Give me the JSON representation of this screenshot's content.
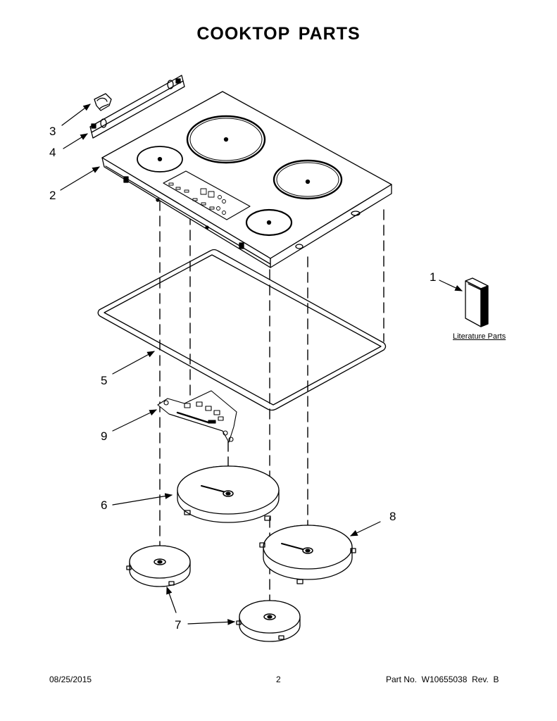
{
  "page": {
    "title": "COOKTOP PARTS"
  },
  "callouts": [
    "1",
    "2",
    "3",
    "4",
    "5",
    "6",
    "7",
    "8",
    "9"
  ],
  "literature_label": "Literature Parts",
  "footer": {
    "date": "08/25/2015",
    "page_number": "2",
    "part_number": "Part No.  W10655038  Rev.  B"
  }
}
